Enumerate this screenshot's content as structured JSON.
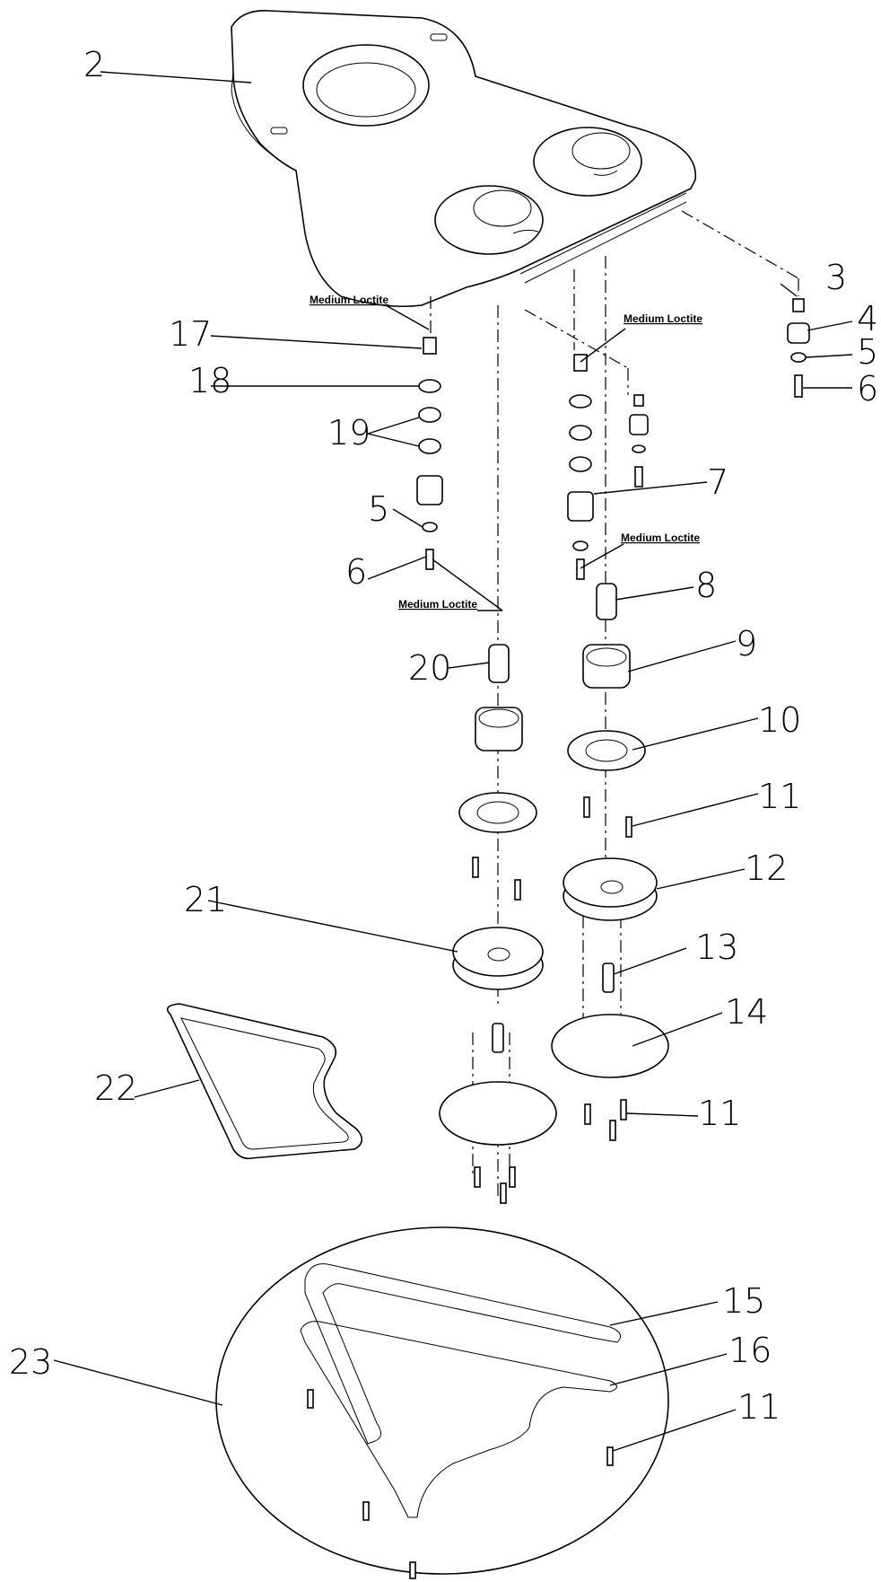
{
  "callouts": {
    "c2": "2",
    "c3": "3",
    "c4": "4",
    "c5a": "5",
    "c6a": "6",
    "c7": "7",
    "c8": "8",
    "c9": "9",
    "c10": "10",
    "c11a": "11",
    "c12": "12",
    "c13": "13",
    "c14": "14",
    "c11b": "11",
    "c15": "15",
    "c16": "16",
    "c11c": "11",
    "c17": "17",
    "c18": "18",
    "c19": "19",
    "c5b": "5",
    "c6b": "6",
    "c20": "20",
    "c21": "21",
    "c22": "22",
    "c23": "23"
  },
  "notes": {
    "loctite_1": "Medium Loctite",
    "loctite_2": "Medium Loctite",
    "loctite_3": "Medium Loctite",
    "loctite_4": "Medium Loctite"
  }
}
